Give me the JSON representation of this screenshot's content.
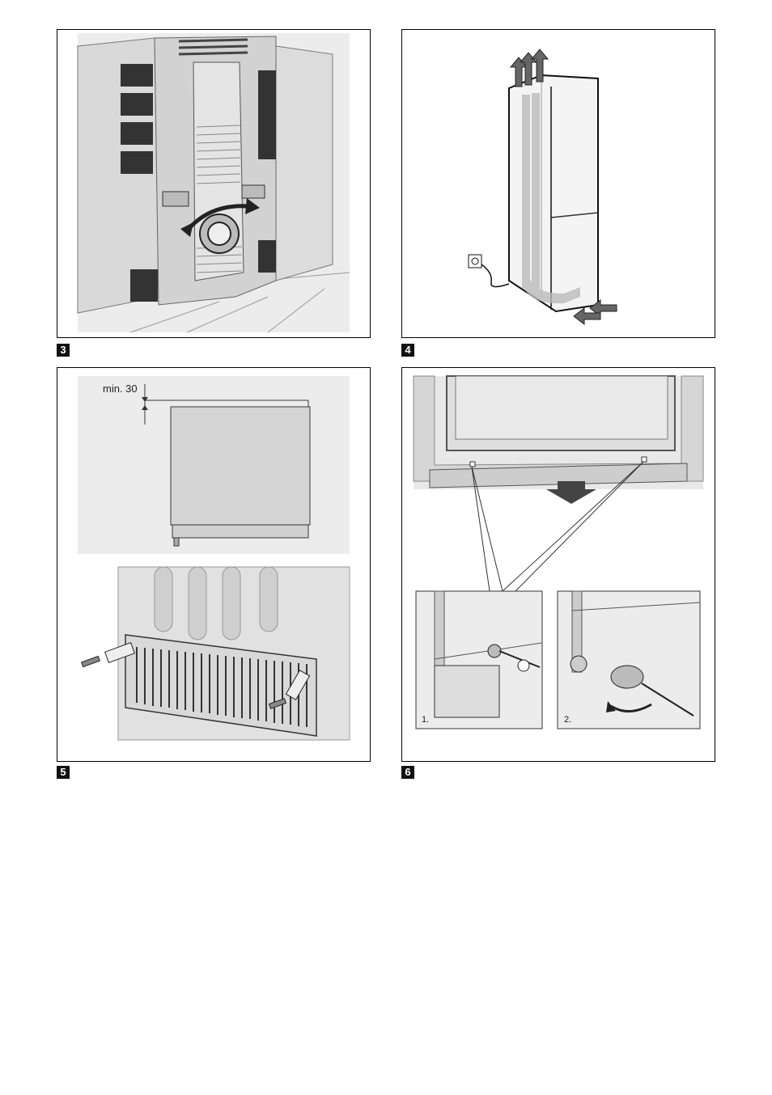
{
  "figures": [
    {
      "number": "3"
    },
    {
      "number": "4"
    },
    {
      "number": "5",
      "dimension_label": "min. 30"
    },
    {
      "number": "6",
      "step_labels": [
        "1.",
        "2."
      ]
    }
  ]
}
